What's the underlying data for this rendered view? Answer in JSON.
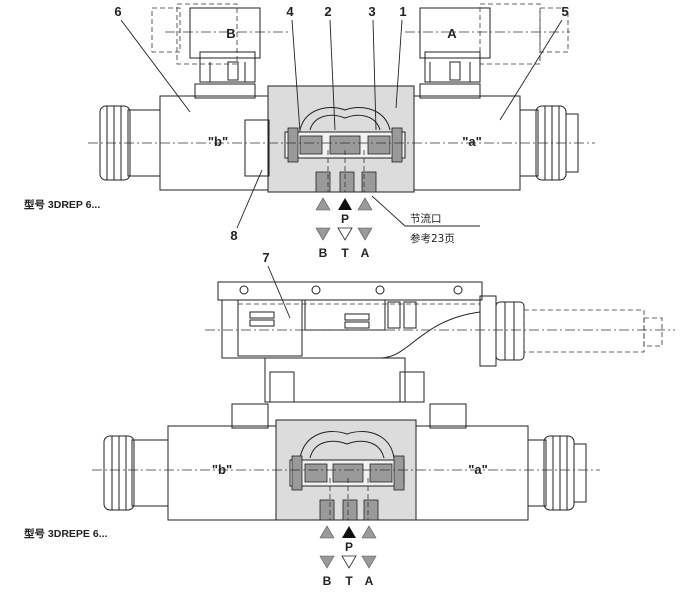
{
  "callouts": {
    "n1": "1",
    "n2": "2",
    "n3": "3",
    "n4": "4",
    "n5": "5",
    "n6": "6",
    "n7": "7",
    "n8": "8"
  },
  "top_view": {
    "coil_b": "B",
    "coil_a": "A",
    "solenoid_b_label": "\"b\"",
    "solenoid_a_label": "\"a\"",
    "port_p": "P",
    "ports_bottom": [
      "B",
      "T",
      "A"
    ],
    "throttle_label": "节流口",
    "reference_label": "参考23页",
    "model_label": "型号 3DREP 6..."
  },
  "bottom_view": {
    "solenoid_b_label": "\"b\"",
    "solenoid_a_label": "\"a\"",
    "port_p": "P",
    "ports_bottom": [
      "B",
      "T",
      "A"
    ],
    "model_label": "型号 3DREPE 6..."
  }
}
